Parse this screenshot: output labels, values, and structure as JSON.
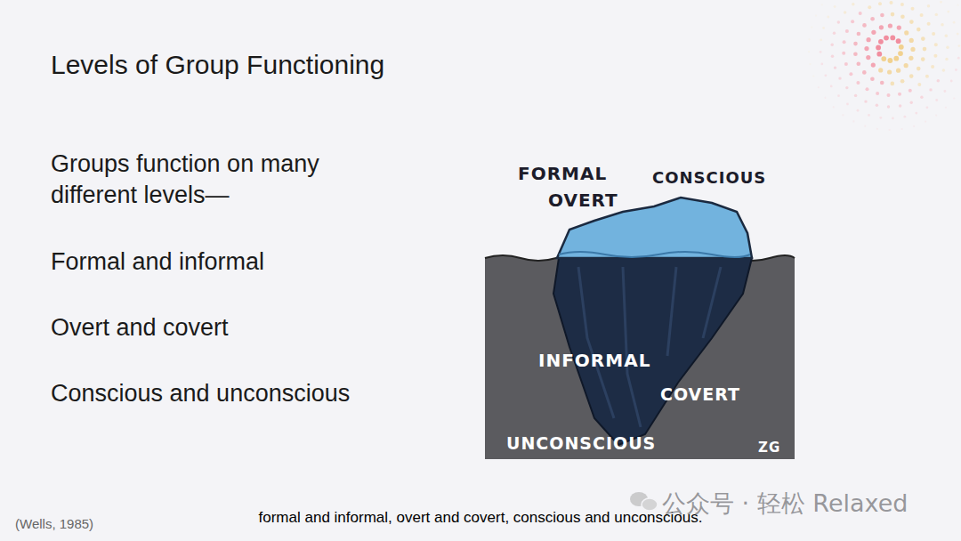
{
  "diagram": {
    "title": "Levels of Group Functioning",
    "caption": "formal and informal, overt and covert, conscious and unconscious.",
    "labels": [
      "Groups function on many different levels—",
      "Formal and informal",
      "Overt and covert",
      "Conscious and unconscious",
      "FORMAL",
      "OVERT",
      "CONSCIOUS",
      "INFORMAL",
      "COVERT",
      "UNCONSCIOUS",
      "ZG",
      "(Wells, 1985)",
      "公众号 · 轻松 Relaxed"
    ]
  }
}
